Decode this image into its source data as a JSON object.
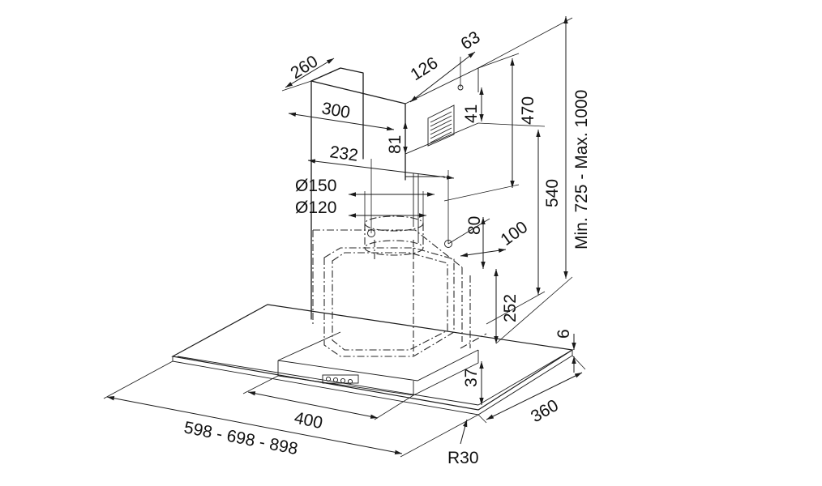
{
  "dimensions": {
    "chimney_depth": "260",
    "chimney_width": "300",
    "vent_offset_126": "126",
    "vent_offset_63": "63",
    "vent_height_41": "41",
    "chimney_top_81": "81",
    "height_470": "470",
    "duct_spacing_232": "232",
    "diameter_150": "Ø150",
    "diameter_120": "Ø120",
    "height_80": "80",
    "offset_100": "100",
    "height_540": "540",
    "height_range": "Min. 725 - Max. 1000",
    "height_252": "252",
    "glass_thickness": "6",
    "body_height_37": "37",
    "canopy_depth": "360",
    "body_width_400": "400",
    "width_options": "598 - 698 - 898",
    "corner_radius": "R30"
  }
}
